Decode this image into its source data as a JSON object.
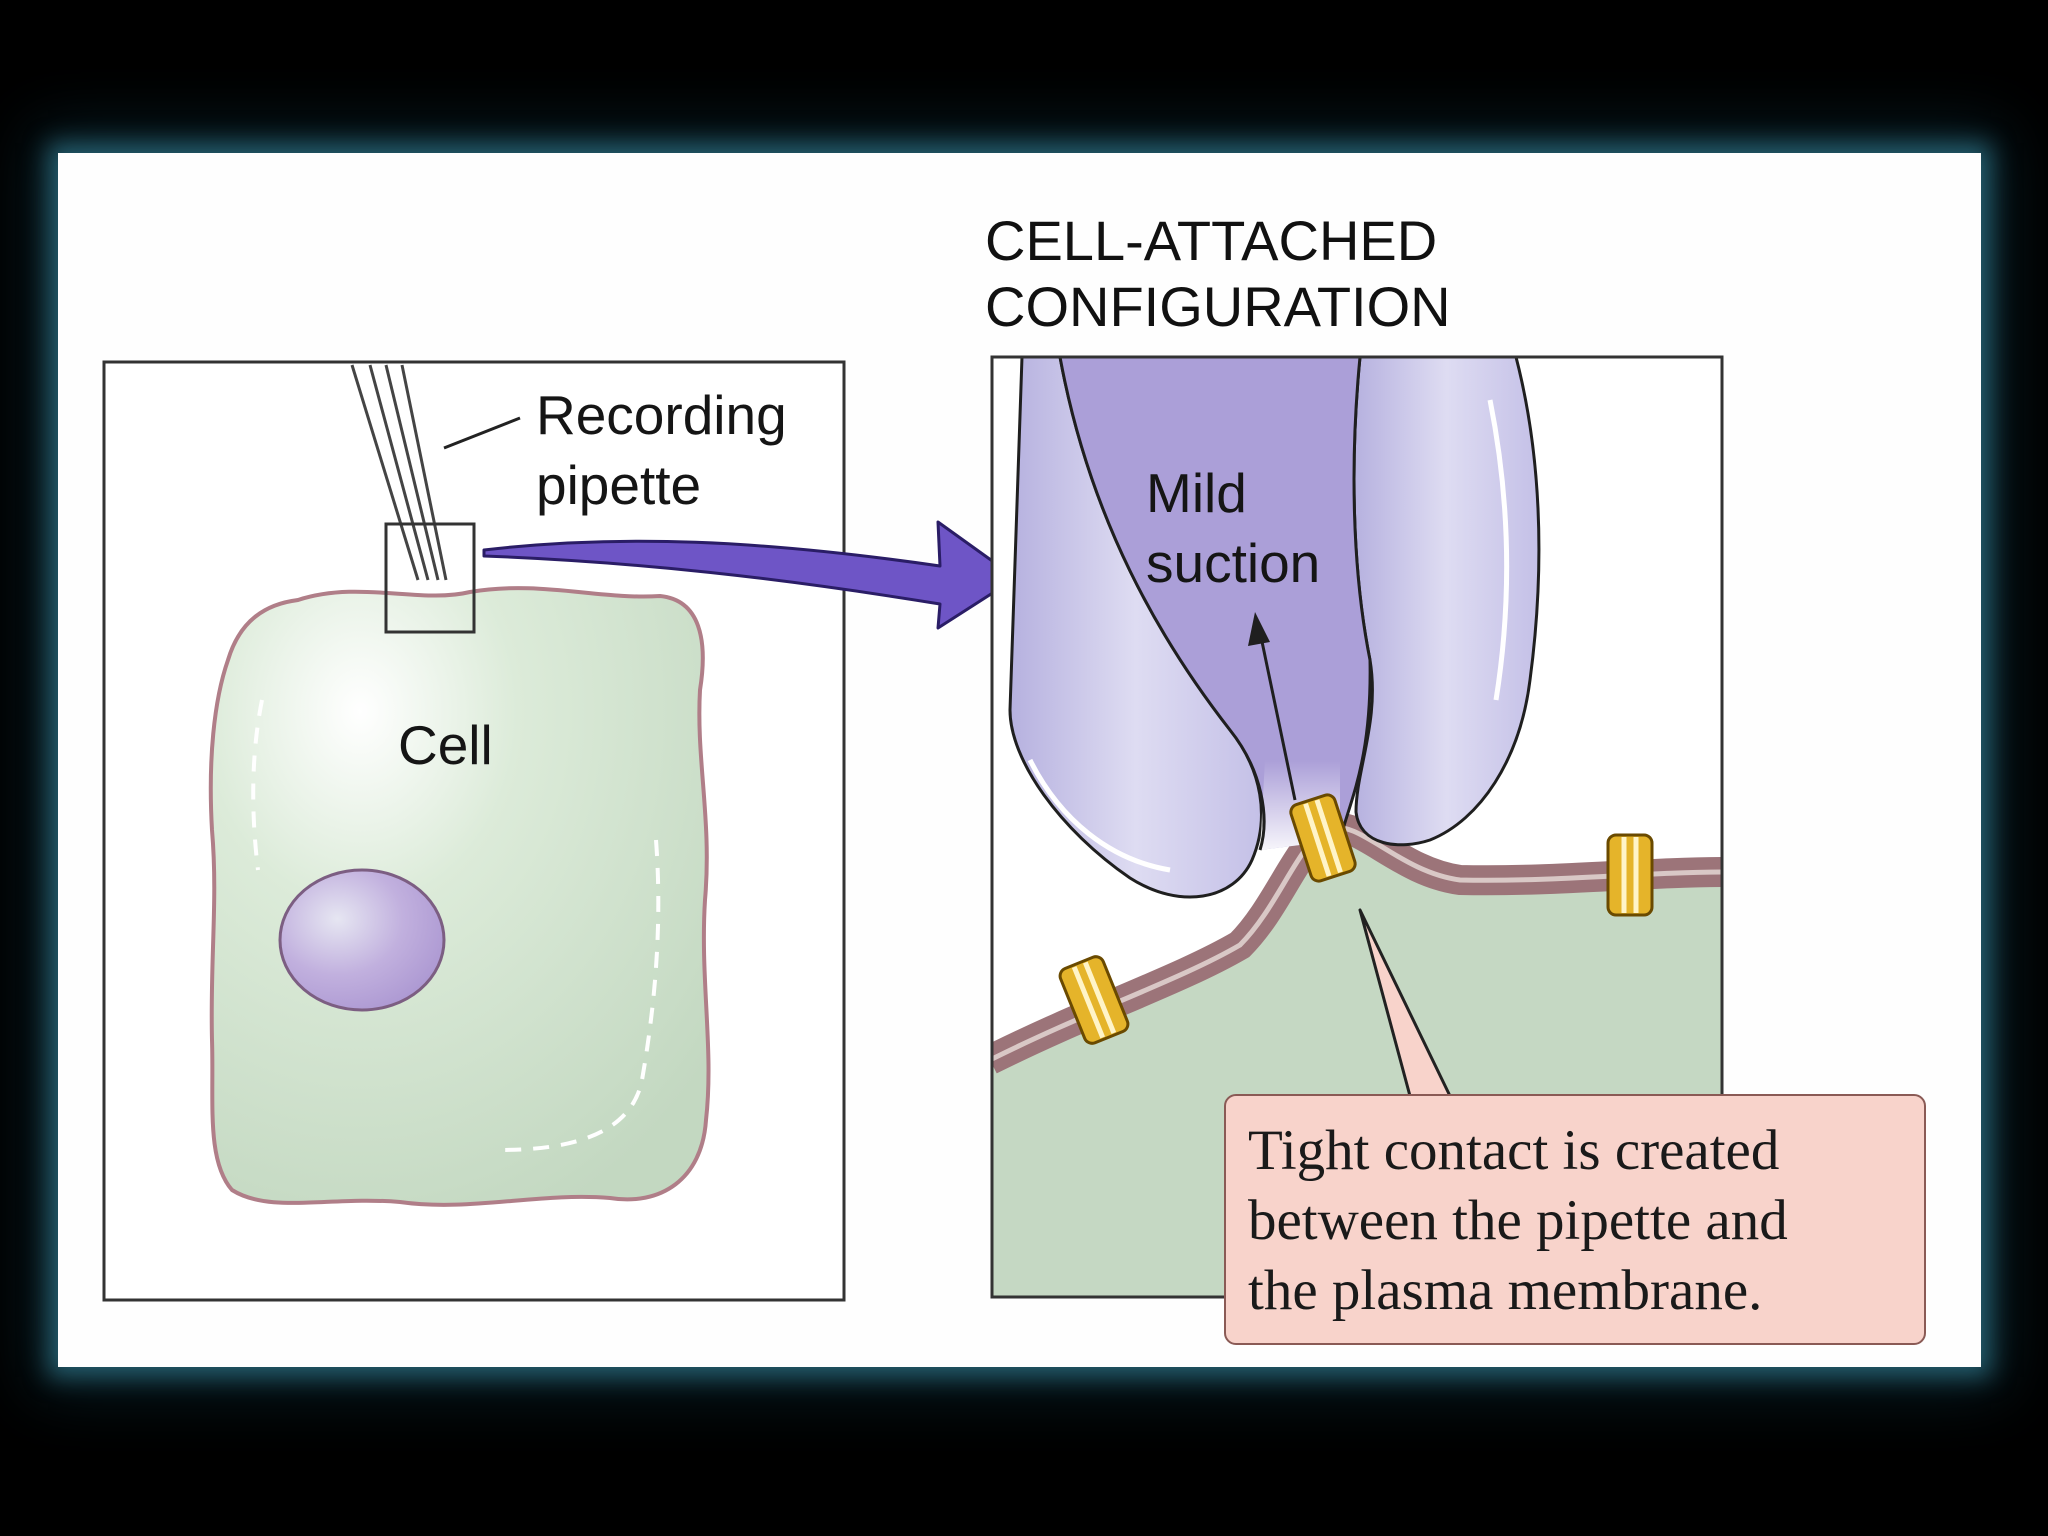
{
  "diagram": {
    "heading": {
      "line1": "CELL-ATTACHED",
      "line2": "CONFIGURATION"
    },
    "left_panel": {
      "pipette_label": {
        "line1": "Recording",
        "line2": "pipette"
      },
      "cell_label": "Cell"
    },
    "right_panel": {
      "suction_label": {
        "line1": "Mild",
        "line2": "suction"
      },
      "callout": {
        "line1": "Tight contact is created",
        "line2": "between the pipette and",
        "line3": "the plasma membrane."
      }
    },
    "colors": {
      "cell_fill": "#c8dcc6",
      "cell_outline": "#b07e88",
      "nucleus_fill": "#b8a4d6",
      "pipette_fill": "#c9c6e6",
      "suction_fill": "#ab9fd8",
      "membrane": "#9c7479",
      "channel": "#e5b42a",
      "arrow": "#6e55c6",
      "callout_fill": "#f8d3cb"
    }
  }
}
